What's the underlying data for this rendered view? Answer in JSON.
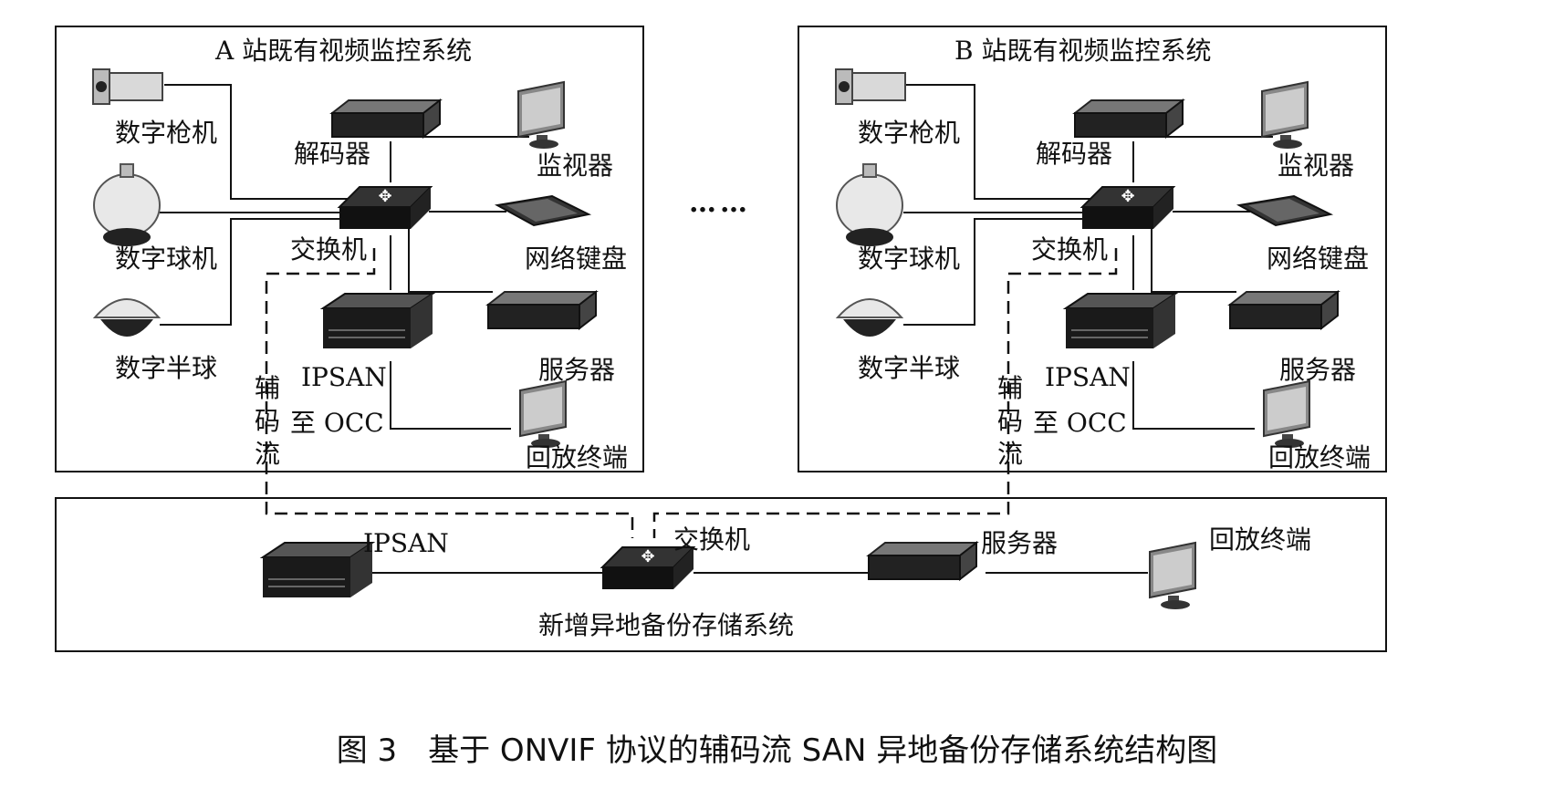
{
  "station_a": {
    "title": "A 站既有视频监控系统",
    "gun_camera": "数字枪机",
    "decoder": "解码器",
    "monitor": "监视器",
    "dome_camera": "数字球机",
    "switch": "交换机",
    "keyboard": "网络键盘",
    "half_dome": "数字半球",
    "ipsan": "IPSAN",
    "server": "服务器",
    "aux_stream": "辅码流",
    "to_occ": "至 OCC",
    "playback": "回放终端"
  },
  "station_b": {
    "title": "B 站既有视频监控系统",
    "gun_camera": "数字枪机",
    "decoder": "解码器",
    "monitor": "监视器",
    "dome_camera": "数字球机",
    "switch": "交换机",
    "keyboard": "网络键盘",
    "half_dome": "数字半球",
    "ipsan": "IPSAN",
    "server": "服务器",
    "aux_stream": "辅码流",
    "to_occ": "至 OCC",
    "playback": "回放终端"
  },
  "ellipsis": "……",
  "backup": {
    "ipsan": "IPSAN",
    "switch": "交换机",
    "server": "服务器",
    "playback": "回放终端",
    "title": "新增异地备份存储系统"
  },
  "caption": "图 3　基于 ONVIF 协议的辅码流 SAN 异地备份存储系统结构图"
}
